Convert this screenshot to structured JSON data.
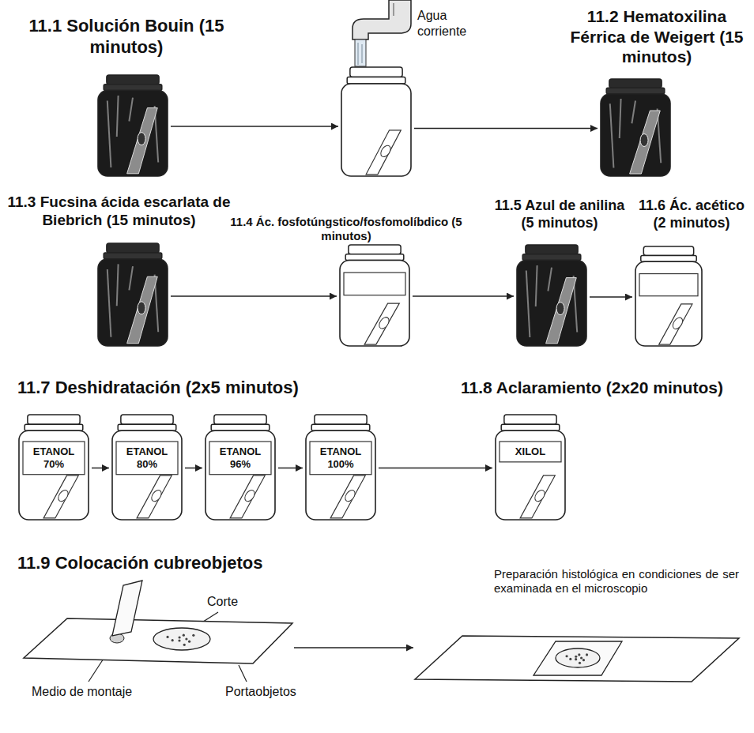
{
  "diagram": {
    "nodes": [
      {
        "text": [
          "11.1 Solución Bouin (15 minutos)"
        ]
      },
      {
        "text": [
          "Agua corriente"
        ]
      },
      {
        "text": [
          "11.2 Hematoxilina Férrica de Weigert (15 minutos)"
        ]
      },
      {
        "text": [
          "11.3 Fucsina ácida escarlata de Biebrich (15 minutos)"
        ]
      },
      {
        "text": [
          "11.4 Ác. fosfotúngstico/fosfomolíbdico (5 minutos)"
        ]
      },
      {
        "text": [
          "11.5 Azul de anilina (5 minutos)"
        ]
      },
      {
        "text": [
          "11.6 Ác. acético (2 minutos)"
        ]
      },
      {
        "text": [
          "ETANOL 70%"
        ]
      },
      {
        "text": [
          "ETANOL 80%"
        ]
      },
      {
        "text": [
          "ETANOL 96%"
        ]
      },
      {
        "text": [
          "ETANOL 100%"
        ]
      },
      {
        "text": [
          "11.8 Aclaramiento (2x20 minutos)",
          "XILOL"
        ]
      },
      {
        "text": [
          "11.9 Colocación cubreobjetos"
        ]
      },
      {
        "text": [
          "Preparación histológica en condiciones de ser examinada en el microscopio"
        ]
      }
    ],
    "edges": [
      {
        "from": 0,
        "to": 1,
        "arrow": "to"
      },
      {
        "from": 1,
        "to": 2,
        "arrow": "to"
      },
      {
        "from": 3,
        "to": 4,
        "arrow": "to"
      },
      {
        "from": 4,
        "to": 5,
        "arrow": "to"
      },
      {
        "from": 5,
        "to": 6,
        "arrow": "to"
      },
      {
        "from": 7,
        "to": 8,
        "arrow": "to"
      },
      {
        "from": 8,
        "to": 9,
        "arrow": "to"
      },
      {
        "from": 9,
        "to": 10,
        "arrow": "to"
      },
      {
        "from": 10,
        "to": 11,
        "arrow": "to"
      },
      {
        "from": 12,
        "to": 13,
        "arrow": "to"
      }
    ],
    "labels": [
      "11.7 Deshidratación (2x5 minutos)",
      "Corte",
      "Medio de montaje",
      "Portaobjetos"
    ]
  }
}
